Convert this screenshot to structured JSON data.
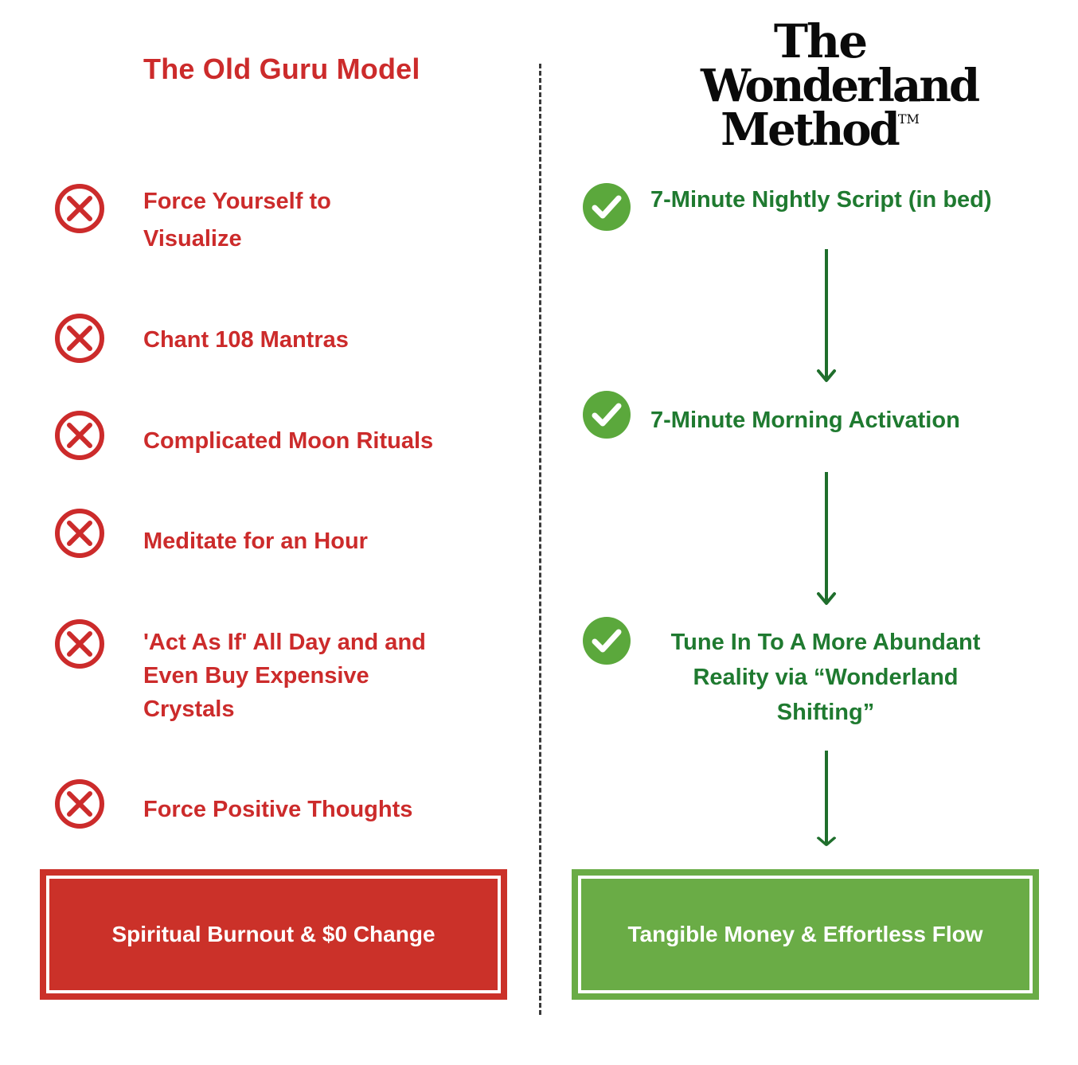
{
  "left_column": {
    "title": "The Old Guru Model",
    "items": [
      {
        "label": "Force Yourself to Visualize",
        "icon": "x-circle-icon"
      },
      {
        "label": "Chant 108 Mantras",
        "icon": "x-circle-icon"
      },
      {
        "label": "Complicated Moon Rituals",
        "icon": "x-circle-icon"
      },
      {
        "label": "Meditate for an Hour",
        "icon": "x-circle-icon"
      },
      {
        "label": "'Act As If' All Day and and Even Buy Expensive Crystals",
        "icon": "x-circle-icon"
      },
      {
        "label": "Force Positive Thoughts",
        "icon": "x-circle-icon"
      }
    ],
    "result": "Spiritual Burnout & $0 Change"
  },
  "right_column": {
    "brand": {
      "line1": "The",
      "line2": "Wonderland",
      "line3": "Method",
      "trademark": "TM"
    },
    "steps": [
      {
        "label": "7-Minute Nightly Script (in bed)",
        "icon": "check-circle-icon"
      },
      {
        "label": "7-Minute Morning Activation",
        "icon": "check-circle-icon"
      },
      {
        "label": "Tune In To A More Abundant Reality via “Wonderland Shifting”",
        "icon": "check-circle-icon"
      }
    ],
    "result": "Tangible Money & Effortless Flow"
  },
  "colors": {
    "red": "#cc2b2b",
    "red_box": "#cb3129",
    "green_text": "#1f7a30",
    "green_box": "#6aac46",
    "check_circle": "#5ba83c",
    "arrow": "#1f6e2c"
  }
}
